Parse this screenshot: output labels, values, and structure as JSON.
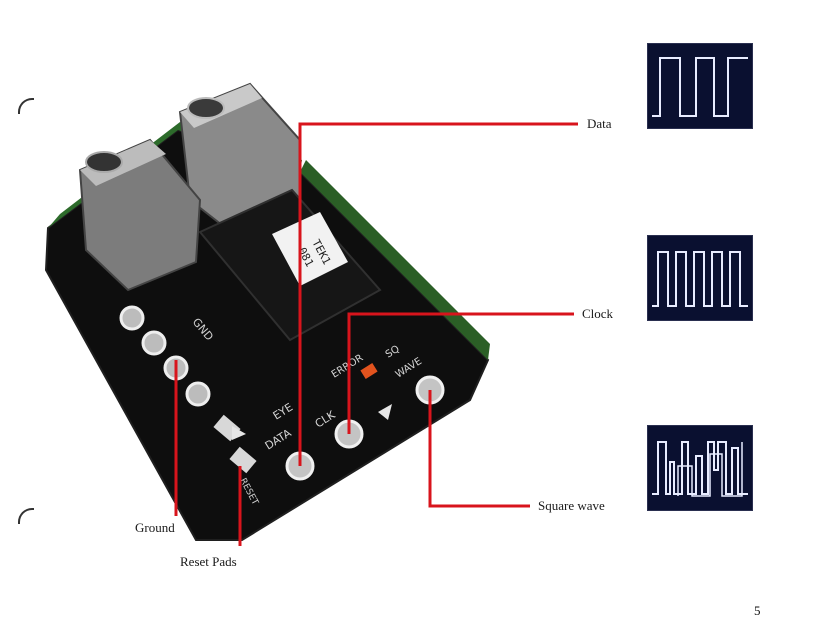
{
  "labels": {
    "data": "Data",
    "clock": "Clock",
    "square_wave": "Square wave",
    "ground": "Ground",
    "reset_pads": "Reset Pads"
  },
  "board": {
    "chip_marking_line1": "TEK1",
    "chip_marking_line2": "081",
    "silkscreen": {
      "gnd": "GND",
      "eye": "EYE",
      "data": "DATA",
      "clk": "CLK",
      "error": "ERROR",
      "sq": "SQ",
      "wave": "WAVE",
      "reset": "RESET"
    }
  },
  "page_number": "5",
  "colors": {
    "callout_line": "#d8141c",
    "scope_bg": "#0a1030",
    "trace": "#e8ecff",
    "board": "#111111",
    "led": "#e2531e"
  }
}
